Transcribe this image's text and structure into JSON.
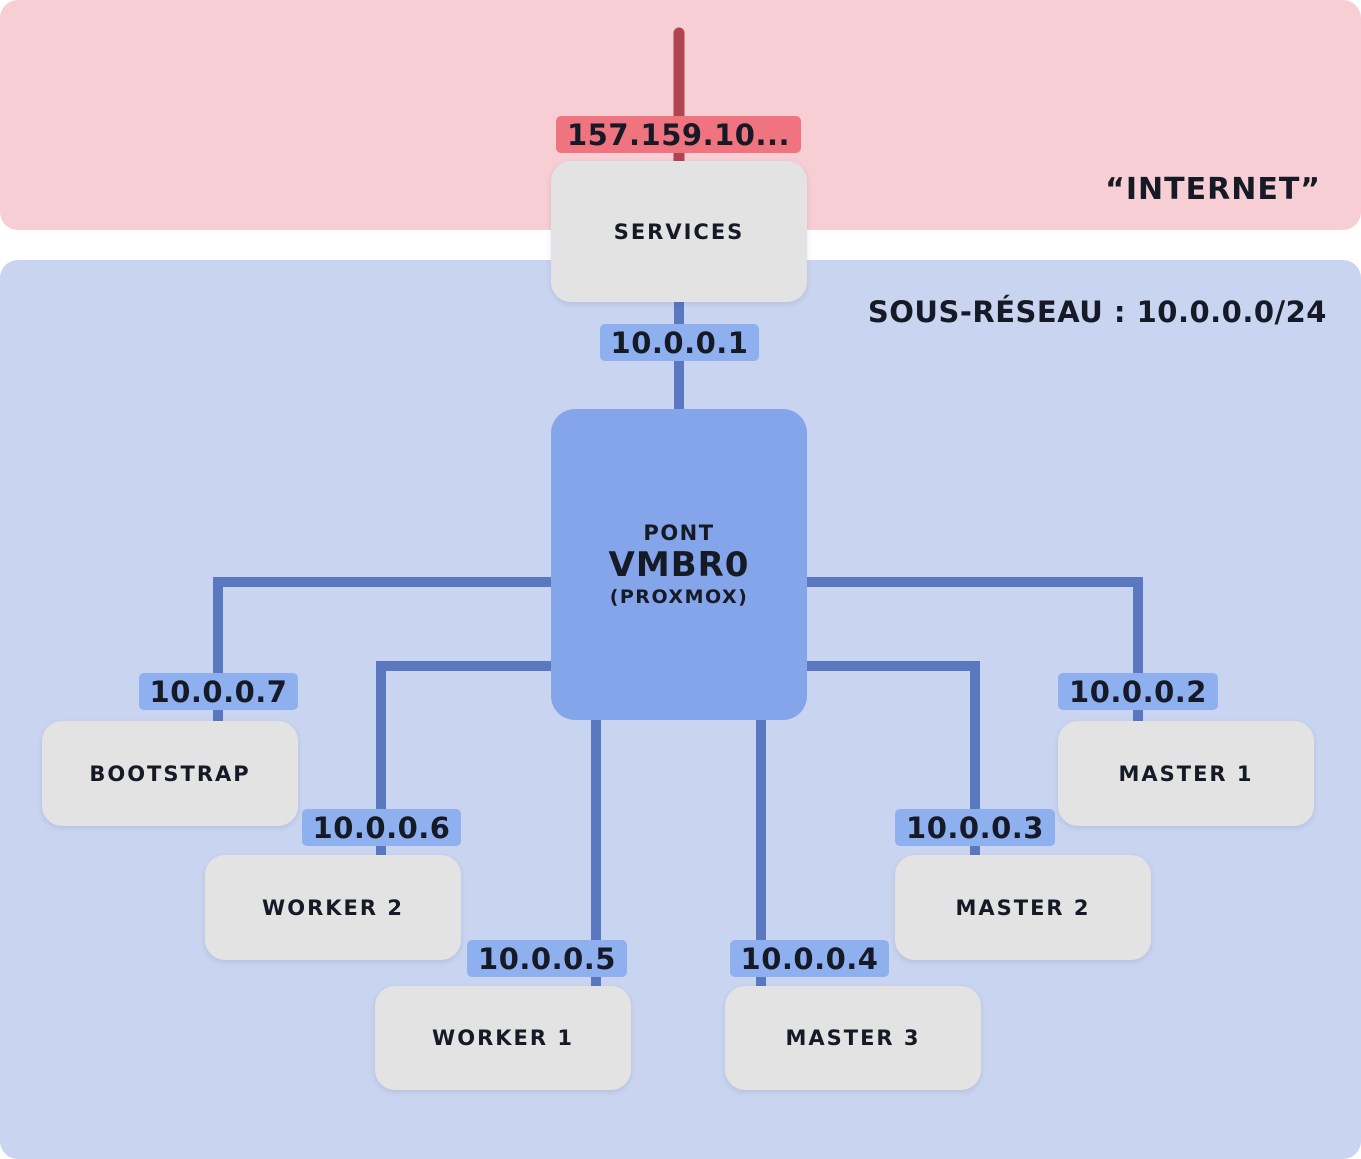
{
  "colors": {
    "internet_zone": "#f6ced4",
    "subnet_zone": "#c9d4f0",
    "node_fill": "#e3e3e3",
    "bridge_fill": "#84a5e9",
    "ip_badge": "#8fb0ef",
    "public_ip_badge": "#ef7480",
    "link": "#5a78c0",
    "uplink": "#b04450",
    "text": "#161a26"
  },
  "zones": {
    "internet_label": "“INTERNET”",
    "subnet_label": "SOUS-RÉSEAU : 10.0.0.0/24"
  },
  "bridge": {
    "line1": "PONT",
    "line2": "VMBR0",
    "line3": "(PROXMOX)"
  },
  "nodes": {
    "services": "SERVICES",
    "bootstrap": "BOOTSTRAP",
    "worker2": "WORKER 2",
    "worker1": "WORKER 1",
    "master3": "MASTER 3",
    "master2": "MASTER 2",
    "master1": "MASTER 1"
  },
  "ips": {
    "public": "157.159.10...",
    "services": "10.0.0.1",
    "bootstrap": "10.0.0.7",
    "worker2": "10.0.0.6",
    "worker1": "10.0.0.5",
    "master3": "10.0.0.4",
    "master2": "10.0.0.3",
    "master1": "10.0.0.2"
  }
}
